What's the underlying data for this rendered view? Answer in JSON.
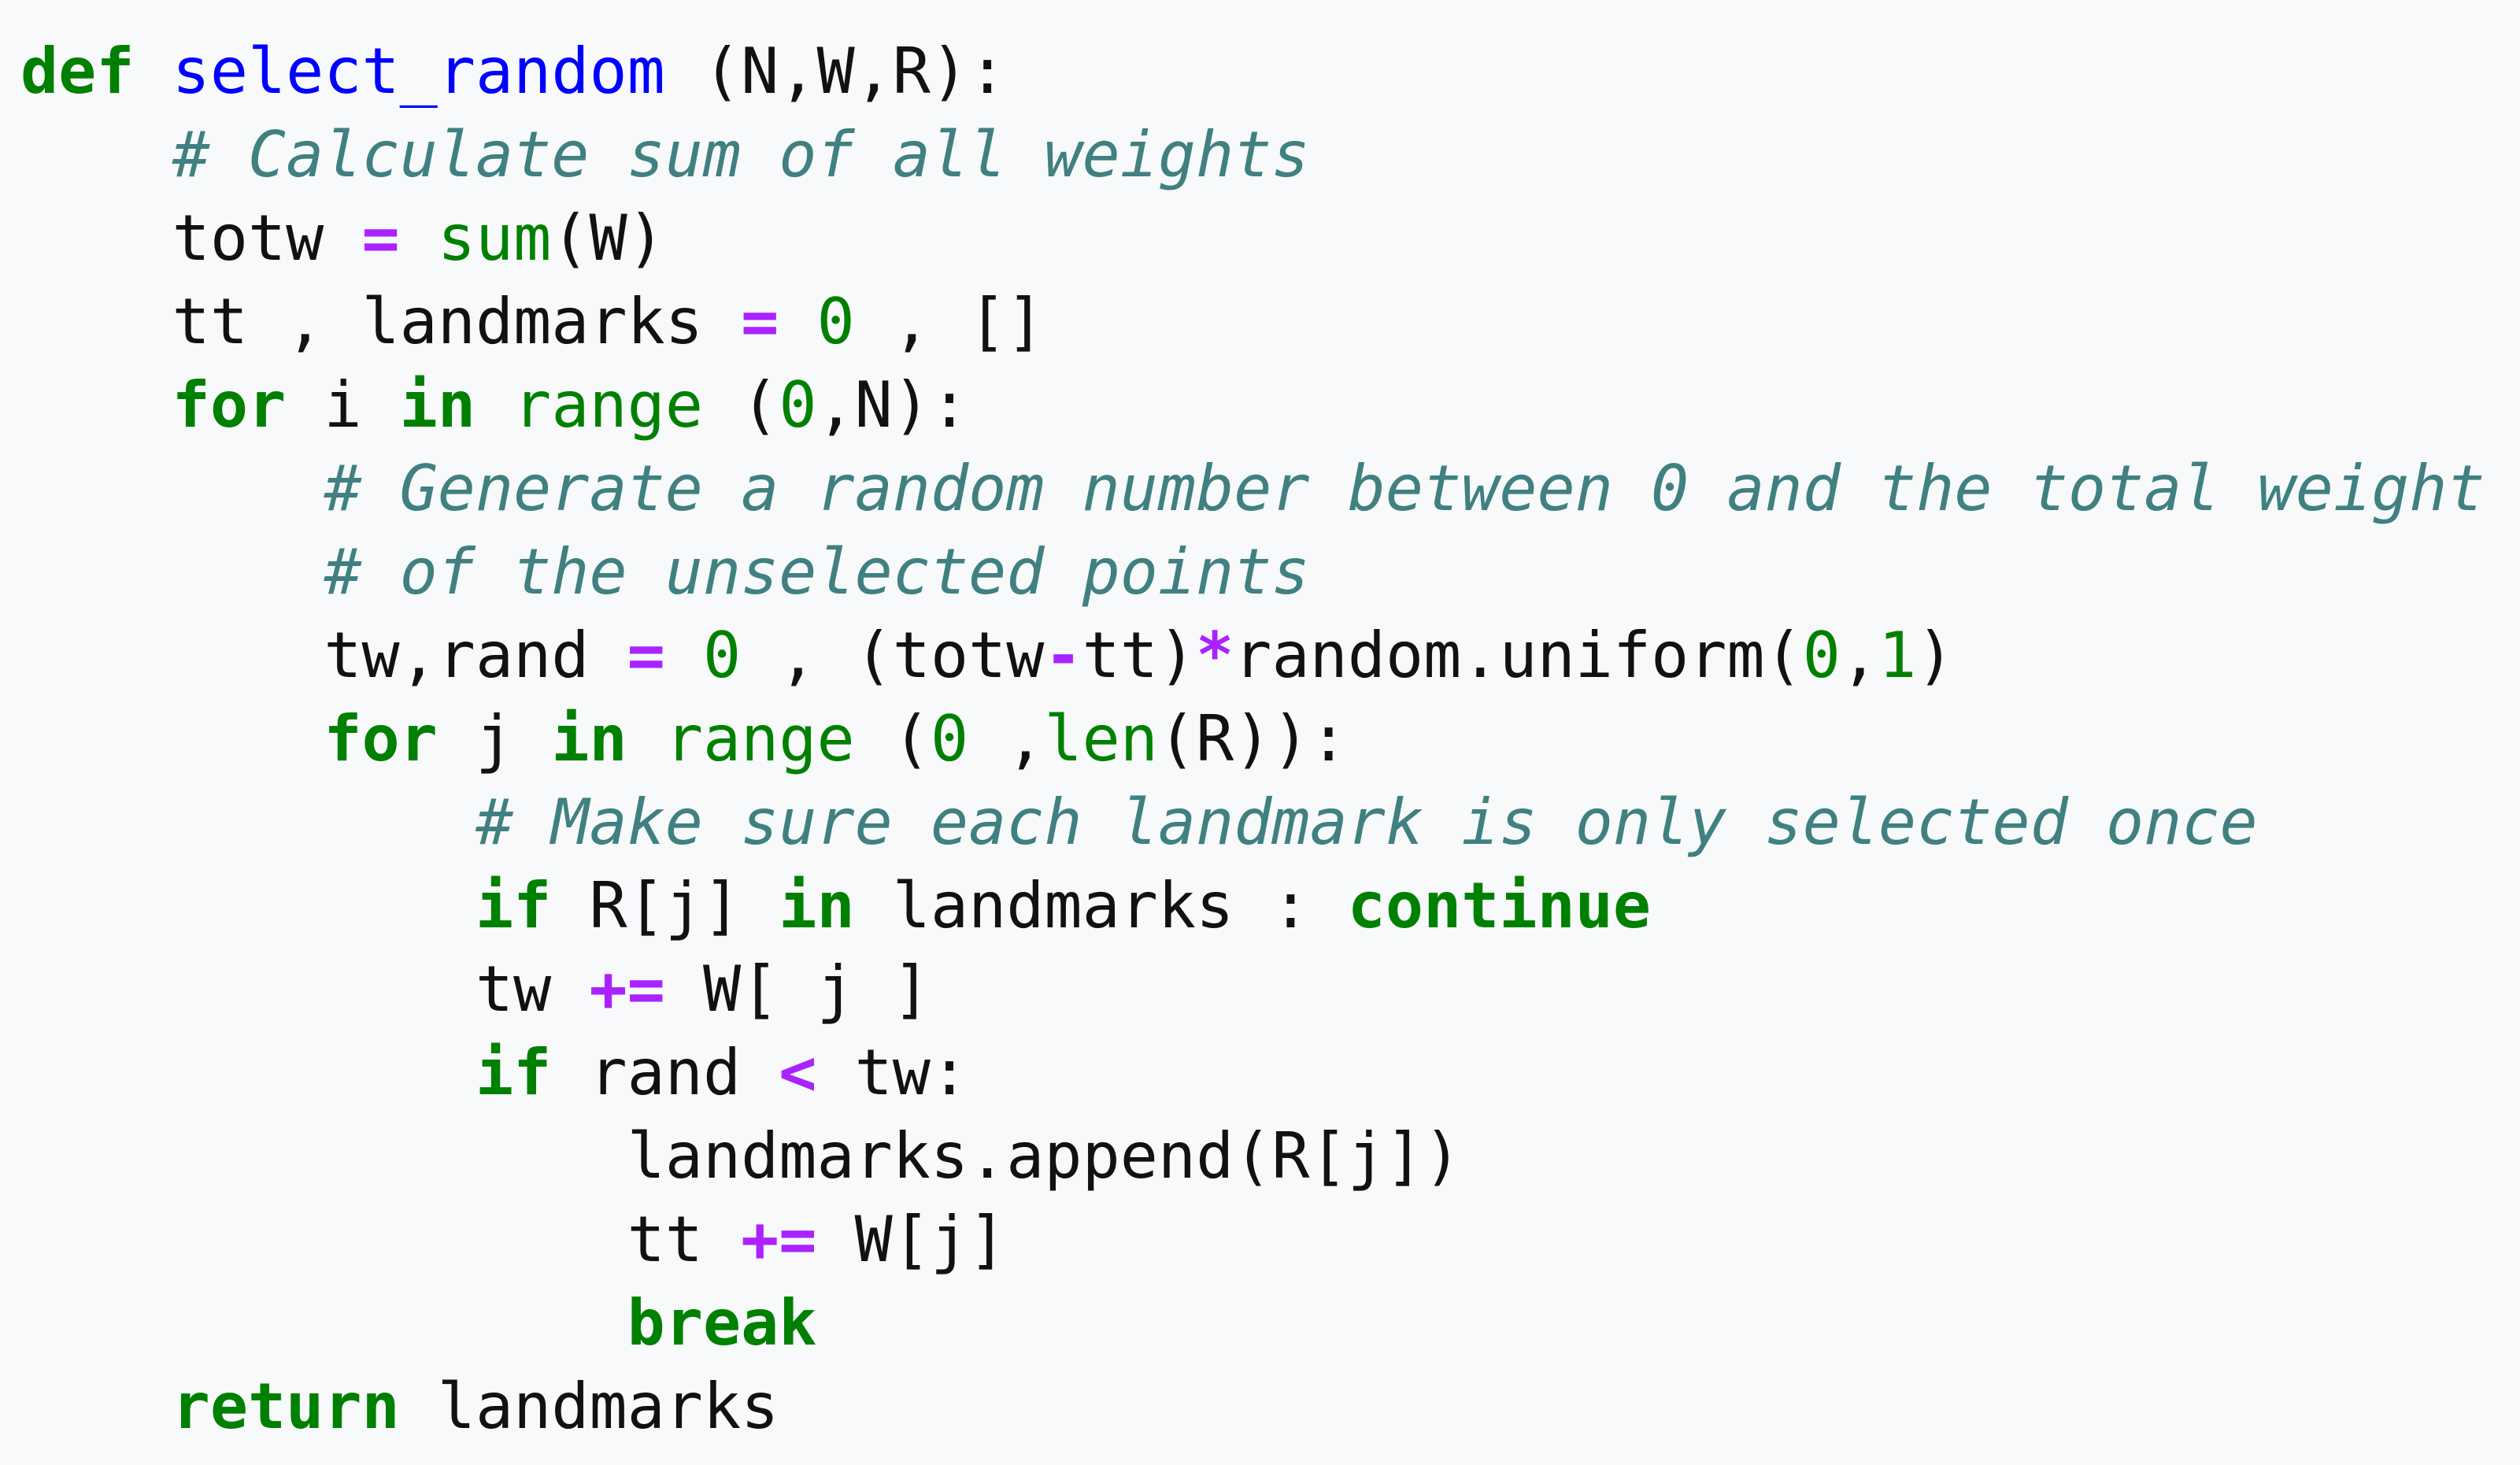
{
  "code_lines": [
    {
      "tokens": [
        {
          "type": "kw",
          "text": "def"
        },
        {
          "type": "pl",
          "text": " "
        },
        {
          "type": "fn",
          "text": "select_random"
        },
        {
          "type": "pl",
          "text": " (N,W,R):"
        }
      ]
    },
    {
      "tokens": [
        {
          "type": "pl",
          "text": "    "
        },
        {
          "type": "cm",
          "text": "# Calculate sum of all weights"
        }
      ]
    },
    {
      "tokens": [
        {
          "type": "pl",
          "text": "    totw "
        },
        {
          "type": "op",
          "text": "="
        },
        {
          "type": "pl",
          "text": " "
        },
        {
          "type": "bi",
          "text": "sum"
        },
        {
          "type": "pl",
          "text": "(W)"
        }
      ]
    },
    {
      "tokens": [
        {
          "type": "pl",
          "text": "    tt , landmarks "
        },
        {
          "type": "op",
          "text": "="
        },
        {
          "type": "pl",
          "text": " "
        },
        {
          "type": "num",
          "text": "0"
        },
        {
          "type": "pl",
          "text": " , []"
        }
      ]
    },
    {
      "tokens": [
        {
          "type": "pl",
          "text": "    "
        },
        {
          "type": "kw",
          "text": "for"
        },
        {
          "type": "pl",
          "text": " i "
        },
        {
          "type": "kw",
          "text": "in"
        },
        {
          "type": "pl",
          "text": " "
        },
        {
          "type": "bi",
          "text": "range"
        },
        {
          "type": "pl",
          "text": " ("
        },
        {
          "type": "num",
          "text": "0"
        },
        {
          "type": "pl",
          "text": ",N):"
        }
      ]
    },
    {
      "tokens": [
        {
          "type": "pl",
          "text": "        "
        },
        {
          "type": "cm",
          "text": "# Generate a random number between 0 and the total weight"
        }
      ]
    },
    {
      "tokens": [
        {
          "type": "pl",
          "text": "        "
        },
        {
          "type": "cm",
          "text": "# of the unselected points"
        }
      ]
    },
    {
      "tokens": [
        {
          "type": "pl",
          "text": "        tw,rand "
        },
        {
          "type": "op",
          "text": "="
        },
        {
          "type": "pl",
          "text": " "
        },
        {
          "type": "num",
          "text": "0"
        },
        {
          "type": "pl",
          "text": " , (totw"
        },
        {
          "type": "op",
          "text": "-"
        },
        {
          "type": "pl",
          "text": "tt)"
        },
        {
          "type": "op",
          "text": "*"
        },
        {
          "type": "pl",
          "text": "random.uniform("
        },
        {
          "type": "num",
          "text": "0"
        },
        {
          "type": "pl",
          "text": ","
        },
        {
          "type": "num",
          "text": "1"
        },
        {
          "type": "pl",
          "text": ")"
        }
      ]
    },
    {
      "tokens": [
        {
          "type": "pl",
          "text": "        "
        },
        {
          "type": "kw",
          "text": "for"
        },
        {
          "type": "pl",
          "text": " j "
        },
        {
          "type": "kw",
          "text": "in"
        },
        {
          "type": "pl",
          "text": " "
        },
        {
          "type": "bi",
          "text": "range"
        },
        {
          "type": "pl",
          "text": " ("
        },
        {
          "type": "num",
          "text": "0"
        },
        {
          "type": "pl",
          "text": " ,"
        },
        {
          "type": "bi",
          "text": "len"
        },
        {
          "type": "pl",
          "text": "(R)):"
        }
      ]
    },
    {
      "tokens": [
        {
          "type": "pl",
          "text": "            "
        },
        {
          "type": "cm",
          "text": "# Make sure each landmark is only selected once"
        }
      ]
    },
    {
      "tokens": [
        {
          "type": "pl",
          "text": "            "
        },
        {
          "type": "kw",
          "text": "if"
        },
        {
          "type": "pl",
          "text": " R[j] "
        },
        {
          "type": "kw",
          "text": "in"
        },
        {
          "type": "pl",
          "text": " landmarks : "
        },
        {
          "type": "kw",
          "text": "continue"
        }
      ]
    },
    {
      "tokens": [
        {
          "type": "pl",
          "text": "            tw "
        },
        {
          "type": "op",
          "text": "+="
        },
        {
          "type": "pl",
          "text": " W[ j ]"
        }
      ]
    },
    {
      "tokens": [
        {
          "type": "pl",
          "text": "            "
        },
        {
          "type": "kw",
          "text": "if"
        },
        {
          "type": "pl",
          "text": " rand "
        },
        {
          "type": "op",
          "text": "<"
        },
        {
          "type": "pl",
          "text": " tw:"
        }
      ]
    },
    {
      "tokens": [
        {
          "type": "pl",
          "text": "                landmarks.append(R[j])"
        }
      ]
    },
    {
      "tokens": [
        {
          "type": "pl",
          "text": "                tt "
        },
        {
          "type": "op",
          "text": "+="
        },
        {
          "type": "pl",
          "text": " W[j]"
        }
      ]
    },
    {
      "tokens": [
        {
          "type": "pl",
          "text": "                "
        },
        {
          "type": "kw",
          "text": "break"
        }
      ]
    },
    {
      "tokens": [
        {
          "type": "pl",
          "text": "    "
        },
        {
          "type": "kw",
          "text": "return"
        },
        {
          "type": "pl",
          "text": " landmarks"
        }
      ]
    }
  ],
  "colors": {
    "background": "#f7f9fb",
    "keyword": "#008000",
    "function_name": "#0000ff",
    "builtin": "#008000",
    "operator": "#aa22ff",
    "number": "#008000",
    "comment": "#408080",
    "plain": "#111111"
  }
}
